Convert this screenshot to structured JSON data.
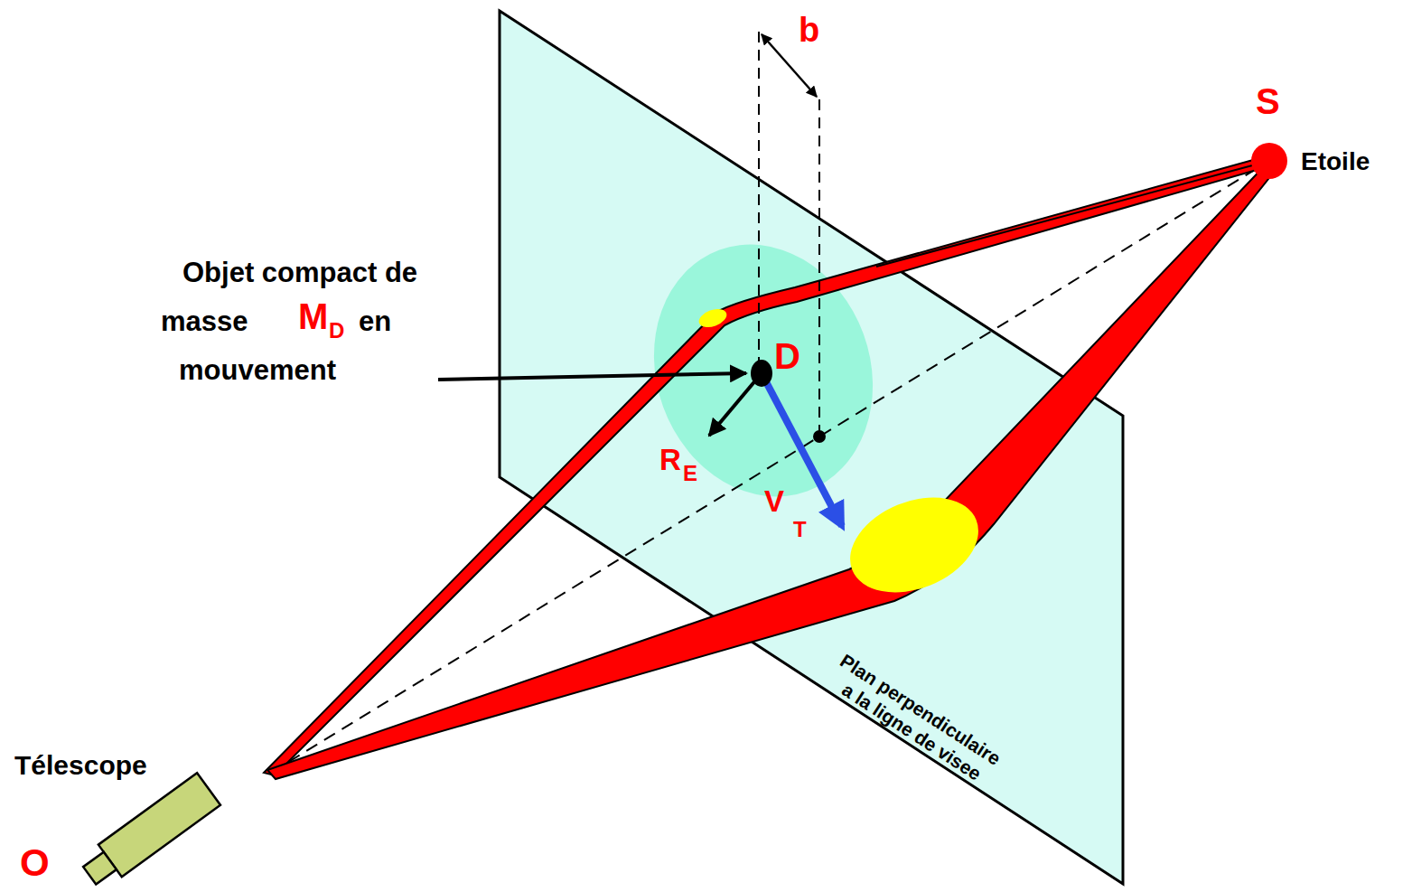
{
  "diagram": {
    "labels": [
      "b",
      "S",
      "Etoile",
      "Objet compact de",
      "masse",
      "M",
      "D",
      "en",
      "mouvement",
      "D",
      "R",
      "E",
      "V",
      "T",
      "Télescope",
      "O",
      "Plan perpendiculaire",
      "a la ligne de visee"
    ]
  }
}
